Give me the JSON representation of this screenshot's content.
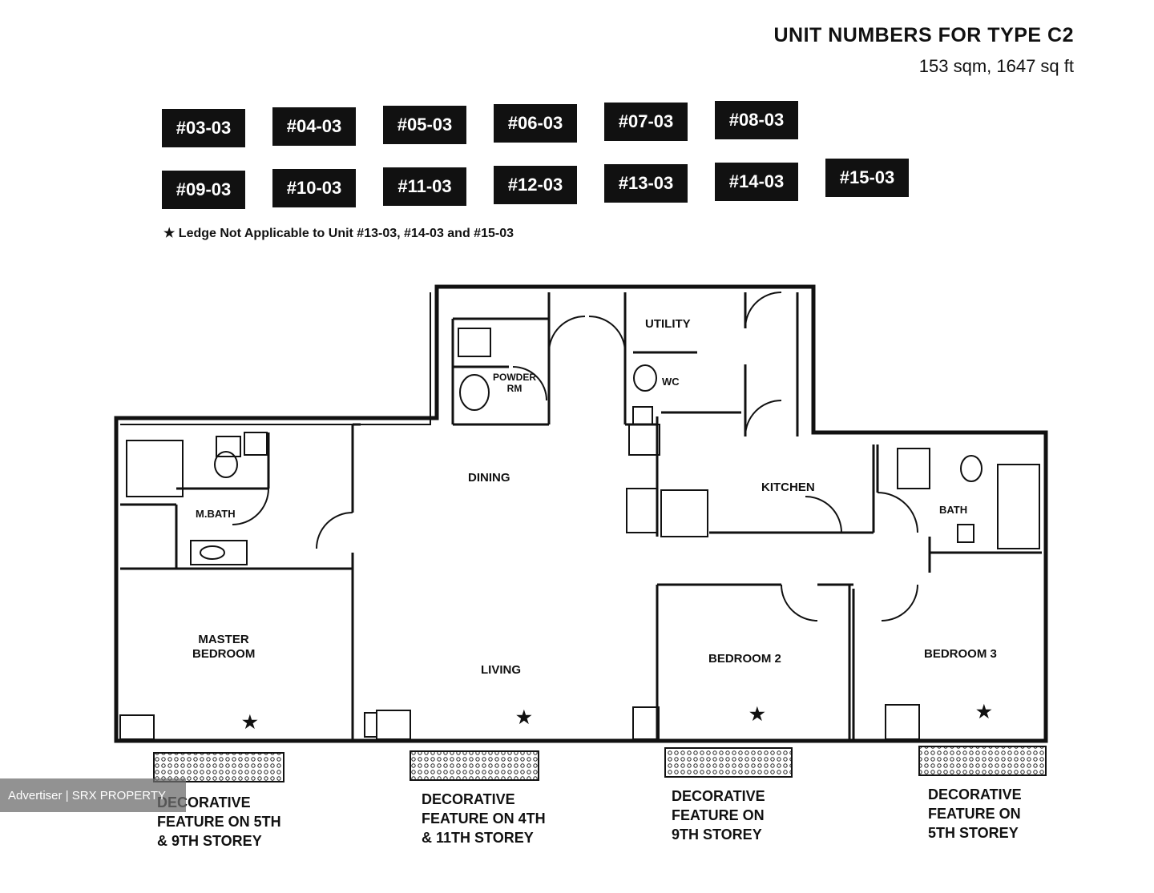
{
  "header": {
    "title": "UNIT NUMBERS FOR TYPE C2",
    "area": "153 sqm, 1647 sq ft"
  },
  "units_row1": [
    "#03-03",
    "#04-03",
    "#05-03",
    "#06-03",
    "#07-03",
    "#08-03"
  ],
  "units_row2": [
    "#09-03",
    "#10-03",
    "#11-03",
    "#12-03",
    "#13-03",
    "#14-03",
    "#15-03"
  ],
  "note": "★ Ledge Not Applicable to Unit #13-03, #14-03 and #15-03",
  "rooms": {
    "utility": "UTILITY",
    "powder": "POWDER RM",
    "wc": "WC",
    "dining": "DINING",
    "kitchen": "KITCHEN",
    "master_bath": "M.BATH",
    "bath": "BATH",
    "master_bedroom": "MASTER BEDROOM",
    "living": "LIVING",
    "bedroom2": "BEDROOM 2",
    "bedroom3": "BEDROOM 3"
  },
  "decorative": [
    "DECORATIVE FEATURE ON 5TH & 9TH STOREY",
    "DECORATIVE FEATURE ON 4TH & 11TH STOREY",
    "DECORATIVE FEATURE ON 9TH STOREY",
    "DECORATIVE FEATURE ON 5TH STOREY"
  ],
  "advertiser": "Advertiser | SRX PROPERTY"
}
